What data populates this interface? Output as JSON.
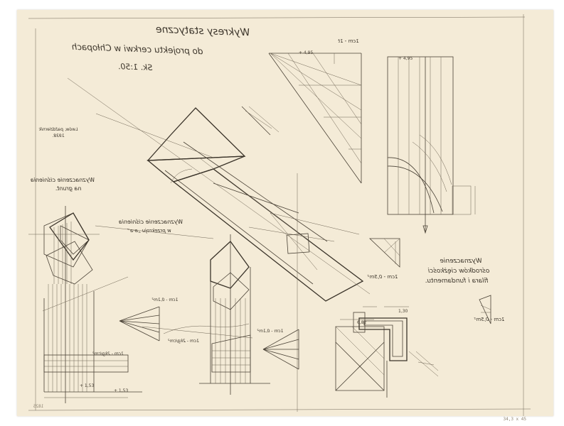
{
  "title": {
    "line1": "Wykresy statyczne",
    "line2": "do projektu cerkwi w Chłopach",
    "scale": "Sk. 1:50."
  },
  "notes": {
    "soil_pressure": [
      "Wyznaczenie ciśnienia",
      "na grunt."
    ],
    "section_pressure": [
      "Wyznaczenie ciśnienia",
      "w przekroju „a-a”"
    ],
    "centroid": [
      "Wyznaczenie",
      "ośrodków ciężkości",
      "filara i fundamentu."
    ],
    "signature": [
      "Lwów, październik",
      "1938."
    ]
  },
  "scale_labels": {
    "a": "1cm - 1t",
    "b": "1cm - 0,5m²",
    "c": "1cm - 0,5m²",
    "d": "1cm - 0,1m²",
    "e": "1cm - 0,1m²",
    "f": "1cm - 2kg/cm²",
    "g": "1cm - 2kg/cm²"
  },
  "archive_marks": {
    "inventory": "1825",
    "corner": "34,3 x 45"
  }
}
